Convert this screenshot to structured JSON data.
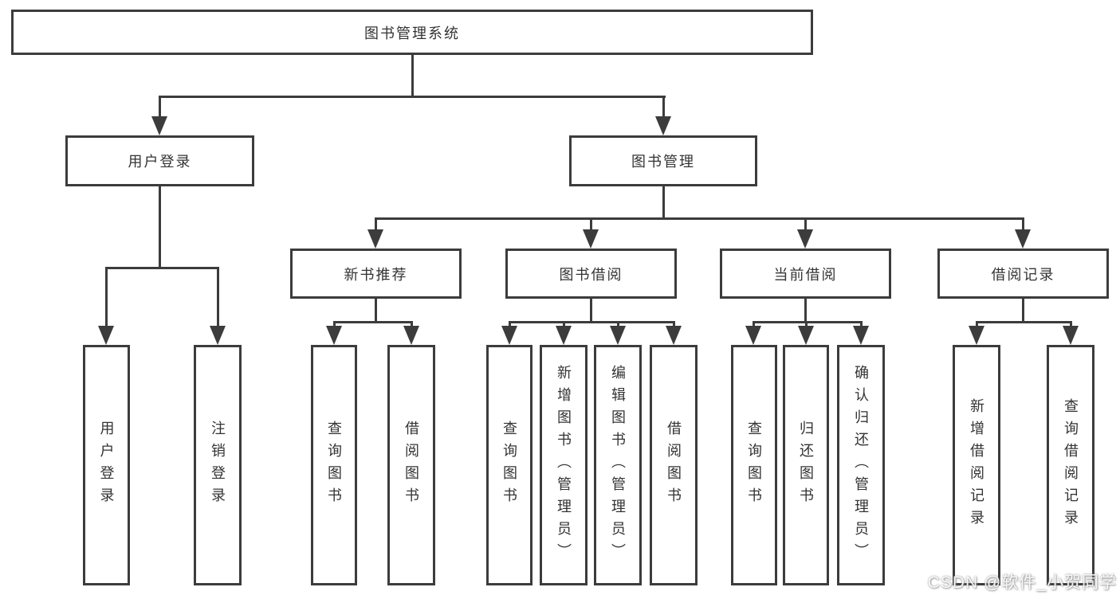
{
  "diagram": {
    "type": "tree",
    "colors": {
      "line": "#3c3c3c",
      "box_border": "#3c3c3c",
      "text": "#333333",
      "background": "#ffffff",
      "watermark": "#ffffff"
    },
    "root": {
      "label": "图书管理系统"
    },
    "level2": [
      {
        "label": "用户登录"
      },
      {
        "label": "图书管理"
      }
    ],
    "level3": [
      {
        "label": "新书推荐",
        "parent": "图书管理"
      },
      {
        "label": "图书借阅",
        "parent": "图书管理"
      },
      {
        "label": "当前借阅",
        "parent": "图书管理"
      },
      {
        "label": "借阅记录",
        "parent": "图书管理"
      }
    ],
    "leaves": [
      {
        "label": "用户登录",
        "parent": "用户登录"
      },
      {
        "label": "注销登录",
        "parent": "用户登录"
      },
      {
        "label": "查询图书",
        "parent": "新书推荐"
      },
      {
        "label": "借阅图书",
        "parent": "新书推荐"
      },
      {
        "label": "查询图书",
        "parent": "图书借阅"
      },
      {
        "label": "新增图书（管理员）",
        "parent": "图书借阅"
      },
      {
        "label": "编辑图书（管理员）",
        "parent": "图书借阅"
      },
      {
        "label": "借阅图书",
        "parent": "图书借阅"
      },
      {
        "label": "查询图书",
        "parent": "当前借阅"
      },
      {
        "label": "归还图书",
        "parent": "当前借阅"
      },
      {
        "label": "确认归还（管理员）",
        "parent": "当前借阅"
      },
      {
        "label": "新增借阅记录",
        "parent": "借阅记录"
      },
      {
        "label": "查询借阅记录",
        "parent": "借阅记录"
      }
    ],
    "watermark": "CSDN @软件_小贺同学"
  }
}
